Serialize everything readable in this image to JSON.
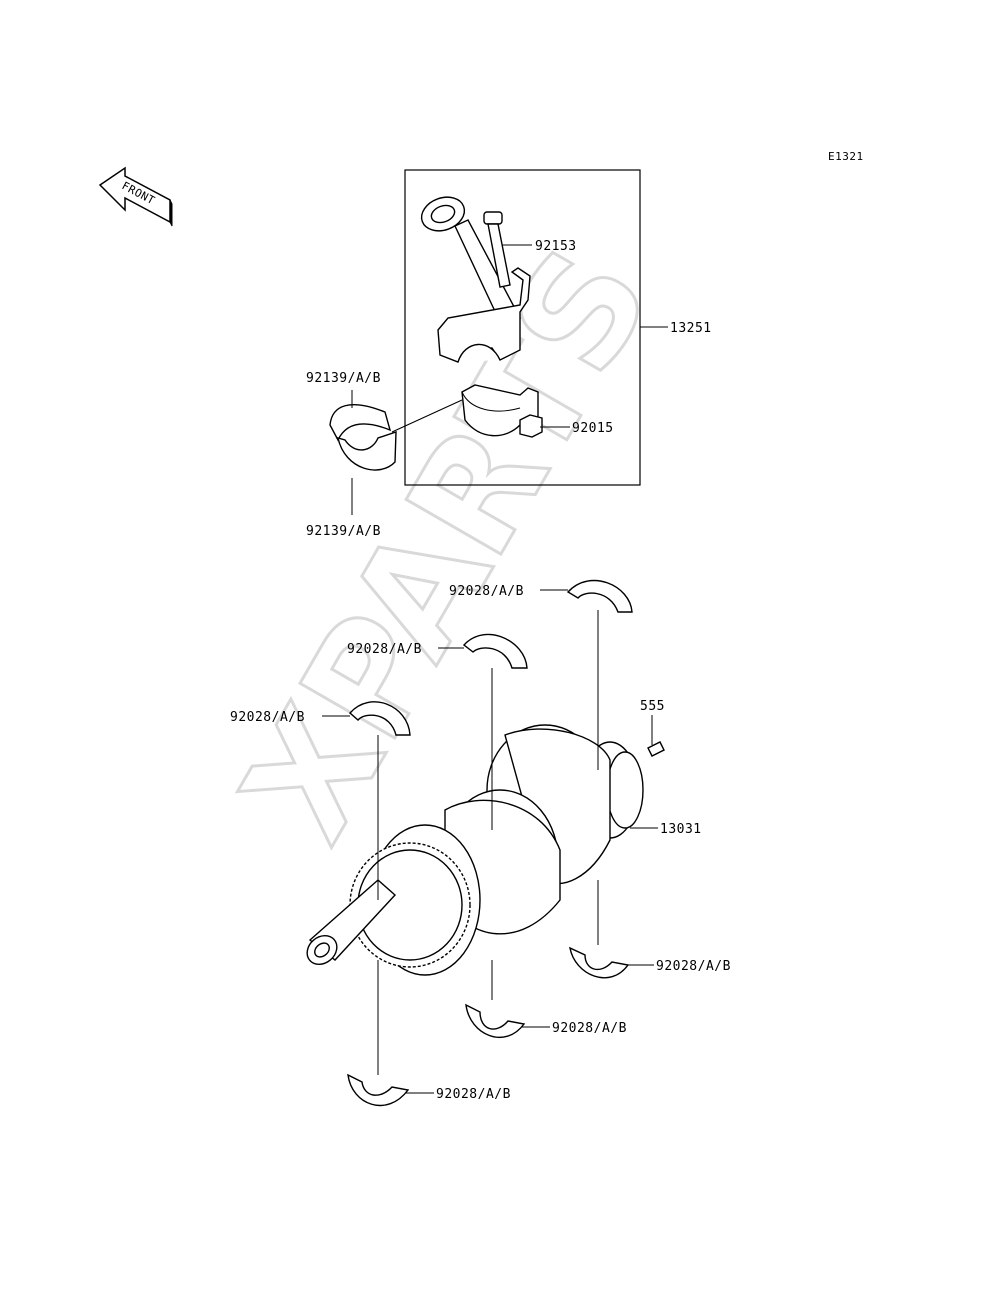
{
  "diagram_code": "E1321",
  "front_label": "FRONT",
  "watermark": "XPARTS",
  "callouts": {
    "conrod_bolt": "92153",
    "conrod_assy": "13251",
    "conrod_bearing_upper": "92139/A/B",
    "conrod_bearing_lower": "92139/A/B",
    "conrod_nut": "92015",
    "main_bearing_top_right": "92028/A/B",
    "main_bearing_top_mid": "92028/A/B",
    "main_bearing_top_left": "92028/A/B",
    "pin": "555",
    "crankshaft": "13031",
    "main_bearing_bottom_right": "92028/A/B",
    "main_bearing_bottom_mid": "92028/A/B",
    "main_bearing_bottom_left": "92028/A/B"
  }
}
